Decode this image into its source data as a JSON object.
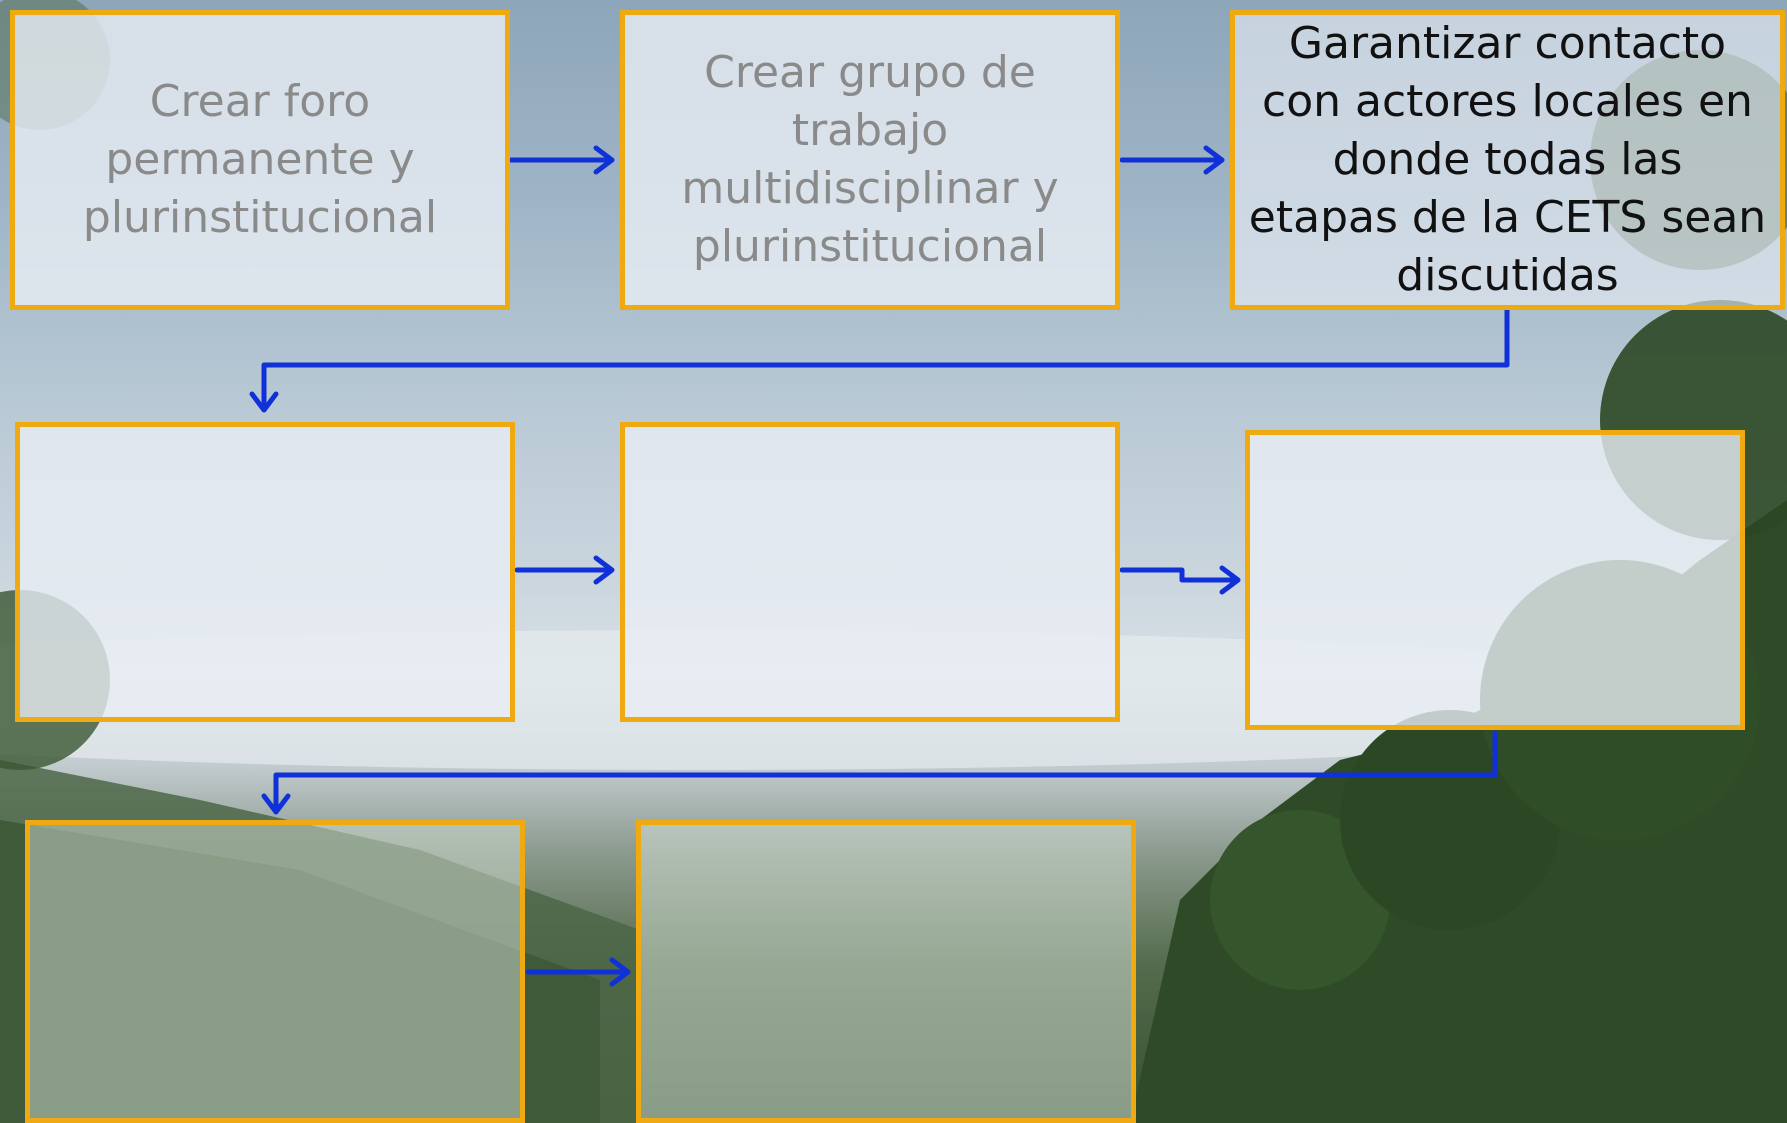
{
  "diagram": {
    "colors": {
      "box_border": "#eeaa10",
      "arrow": "#1030d8",
      "dim_text": "#8a8a8a",
      "active_text": "#111111"
    },
    "steps": [
      {
        "label": "Crear foro\npermanente y\nplurinstitucional",
        "state": "dim"
      },
      {
        "label": "Crear grupo de\ntrabajo\nmultidisciplinar y\nplurinstitucional",
        "state": "dim"
      },
      {
        "label": "Garantizar contacto\ncon actores locales en\ndonde todas las\netapas de la CETS sean\ndiscutidas",
        "state": "active"
      },
      {
        "label": "",
        "state": "empty"
      },
      {
        "label": "",
        "state": "empty"
      },
      {
        "label": "",
        "state": "empty"
      },
      {
        "label": "",
        "state": "empty"
      },
      {
        "label": "",
        "state": "empty"
      }
    ]
  }
}
